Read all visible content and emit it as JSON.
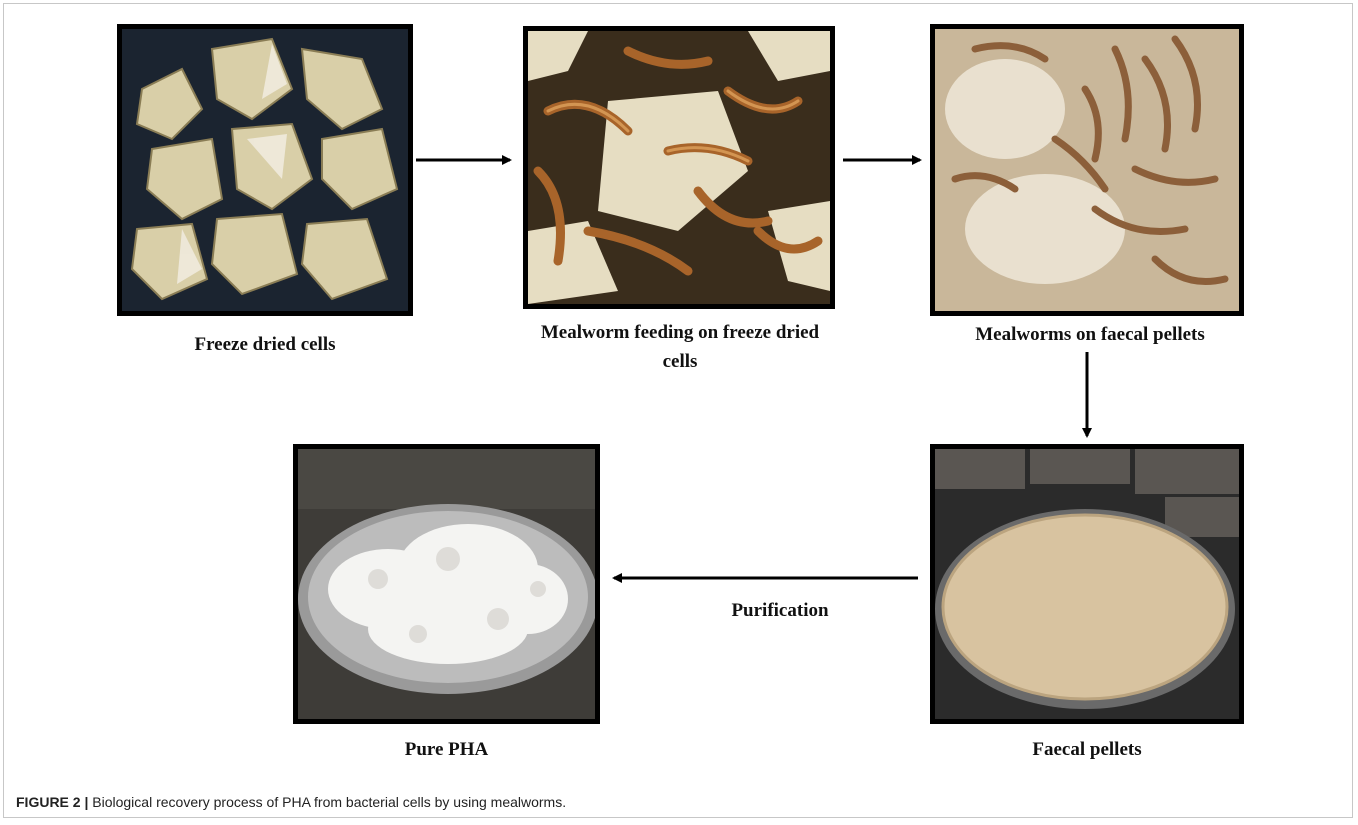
{
  "steps": {
    "freeze_dried_cells": {
      "label": "Freeze dried cells",
      "image_subject": "freeze-dried-cells-photo"
    },
    "mealworm_feeding": {
      "label": "Mealworm feeding on freeze dried cells",
      "image_subject": "mealworms-feeding-photo"
    },
    "mealworms_faecal": {
      "label": "Mealworms on faecal pellets",
      "image_subject": "mealworms-on-pellets-photo"
    },
    "faecal_pellets": {
      "label": "Faecal pellets",
      "image_subject": "faecal-pellets-tray-photo"
    },
    "pure_pha": {
      "label": "Pure PHA",
      "image_subject": "pure-pha-tray-photo"
    }
  },
  "arrows": {
    "purification_label": "Purification"
  },
  "caption": {
    "figure_number": "FIGURE 2 |",
    "text": " Biological recovery process of PHA from bacterial cells by using mealworms."
  },
  "colors": {
    "arrow": "#000000",
    "frame_border": "#000000"
  }
}
